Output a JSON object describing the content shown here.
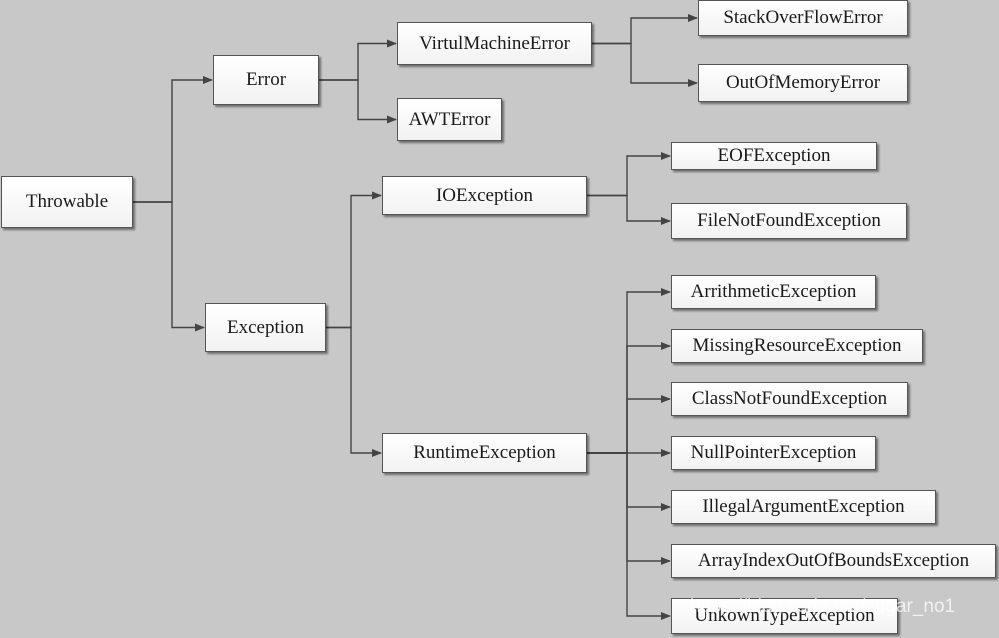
{
  "nodes": {
    "throwable": "Throwable",
    "error": "Error",
    "exception": "Exception",
    "virtual_machine_error": "VirtulMachineError",
    "awt_error": "AWTError",
    "stack_overflow_error": "StackOverFlowError",
    "out_of_memory_error": "OutOfMemoryError",
    "io_exception": "IOException",
    "eof_exception": "EOFException",
    "file_not_found_exception": "FileNotFoundException",
    "runtime_exception": "RuntimeException",
    "arithmetic_exception": "ArrithmeticException",
    "missing_resource_exception": "MissingResourceException",
    "class_not_found_exception": "ClassNotFoundException",
    "null_pointer_exception": "NullPointerException",
    "illegal_argument_exception": "IllegalArgumentException",
    "array_index_out_of_bounds_exception": "ArrayIndexOutOfBoundsException",
    "unkown_type_exception": "UnkownTypeException"
  },
  "edges": [
    [
      "throwable",
      "error"
    ],
    [
      "throwable",
      "exception"
    ],
    [
      "error",
      "virtual_machine_error"
    ],
    [
      "error",
      "awt_error"
    ],
    [
      "virtual_machine_error",
      "stack_overflow_error"
    ],
    [
      "virtual_machine_error",
      "out_of_memory_error"
    ],
    [
      "exception",
      "io_exception"
    ],
    [
      "exception",
      "runtime_exception"
    ],
    [
      "io_exception",
      "eof_exception"
    ],
    [
      "io_exception",
      "file_not_found_exception"
    ],
    [
      "runtime_exception",
      "arithmetic_exception"
    ],
    [
      "runtime_exception",
      "missing_resource_exception"
    ],
    [
      "runtime_exception",
      "class_not_found_exception"
    ],
    [
      "runtime_exception",
      "null_pointer_exception"
    ],
    [
      "runtime_exception",
      "illegal_argument_exception"
    ],
    [
      "runtime_exception",
      "array_index_out_of_bounds_exception"
    ],
    [
      "runtime_exception",
      "unkown_type_exception"
    ]
  ],
  "watermark": "https://blog.csdn.net/sugar_no1"
}
